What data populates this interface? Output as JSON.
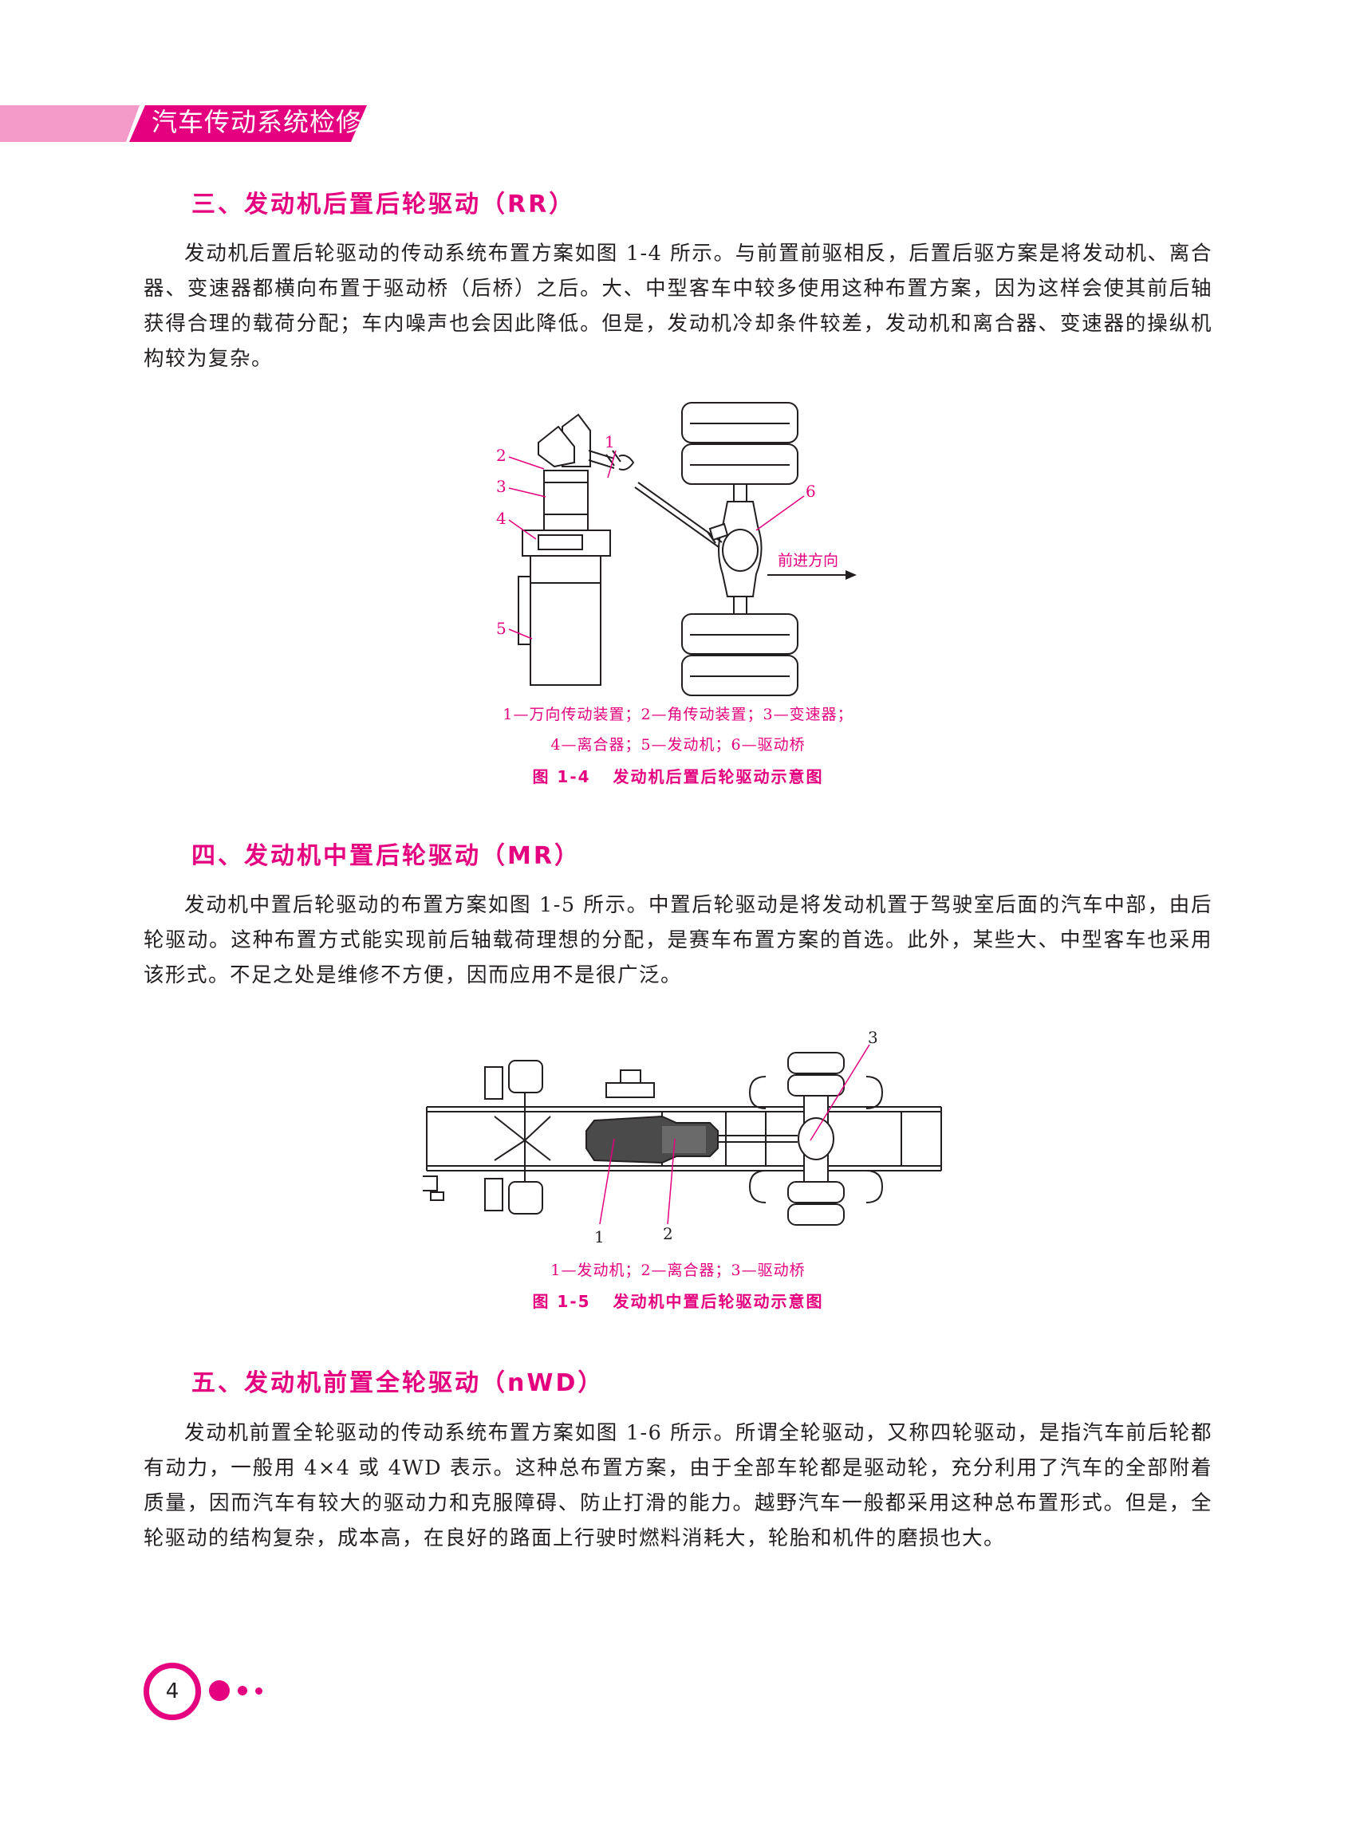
{
  "header": {
    "book_title": "汽车传动系统检修"
  },
  "sections": [
    {
      "heading": "三、发动机后置后轮驱动（RR）",
      "paragraph": "发动机后置后轮驱动的传动系统布置方案如图 1-4 所示。与前置前驱相反，后置后驱方案是将发动机、离合器、变速器都横向布置于驱动桥（后桥）之后。大、中型客车中较多使用这种布置方案，因为这样会使其前后轴获得合理的载荷分配；车内噪声也会因此降低。但是，发动机冷却条件较差，发动机和离合器、变速器的操纵机构较为复杂。"
    },
    {
      "heading": "四、发动机中置后轮驱动（MR）",
      "paragraph": "发动机中置后轮驱动的布置方案如图 1-5 所示。中置后轮驱动是将发动机置于驾驶室后面的汽车中部，由后轮驱动。这种布置方式能实现前后轴载荷理想的分配，是赛车布置方案的首选。此外，某些大、中型客车也采用该形式。不足之处是维修不方便，因而应用不是很广泛。"
    },
    {
      "heading": "五、发动机前置全轮驱动（nWD）",
      "paragraph": "发动机前置全轮驱动的传动系统布置方案如图 1-6 所示。所谓全轮驱动，又称四轮驱动，是指汽车前后轮都有动力，一般用 4×4 或 4WD 表示。这种总布置方案，由于全部车轮都是驱动轮，充分利用了汽车的全部附着质量，因而汽车有较大的驱动力和克服障碍、防止打滑的能力。越野汽车一般都采用这种总布置形式。但是，全轮驱动的结构复杂，成本高，在良好的路面上行驶时燃料消耗大，轮胎和机件的磨损也大。"
    }
  ],
  "figure_1_4": {
    "labels": [
      "1",
      "2",
      "3",
      "4",
      "5",
      "6"
    ],
    "direction_label": "前进方向",
    "legend_line1": "1—万向传动装置；2—角传动装置；3—变速器；",
    "legend_line2": "4—离合器；5—发动机；6—驱动桥",
    "number": "图 1-4",
    "title": "发动机后置后轮驱动示意图"
  },
  "figure_1_5": {
    "labels": [
      "1",
      "2",
      "3"
    ],
    "legend": "1—发动机；2—离合器；3—驱动桥",
    "number": "图 1-5",
    "title": "发动机中置后轮驱动示意图"
  },
  "page_number": "4",
  "colors": {
    "accent": "#e4007f",
    "header_light": "#f49ac8"
  }
}
